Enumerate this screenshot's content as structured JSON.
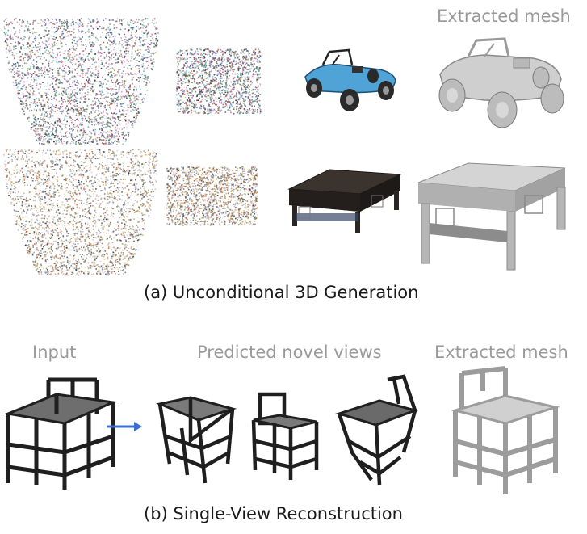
{
  "figure": {
    "section_a": {
      "header_right": "Extracted mesh",
      "caption": "(a) Unconditional 3D Generation",
      "rows": [
        {
          "name": "buggy",
          "body_color": "#4fa3d6",
          "mesh_color": "#c9c9c9"
        },
        {
          "name": "table",
          "body_color": "#2b2623",
          "mesh_color": "#bcbcbc"
        }
      ]
    },
    "section_b": {
      "input_label": "Input",
      "views_label": "Predicted novel views",
      "mesh_label": "Extracted mesh",
      "caption": "(b) Single-View Reconstruction",
      "arrow_color": "#3b6fd0"
    }
  }
}
